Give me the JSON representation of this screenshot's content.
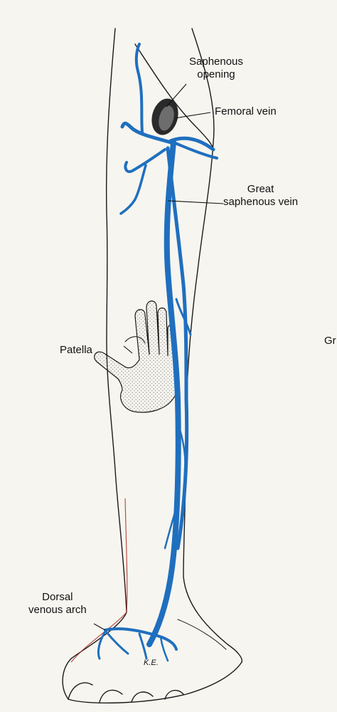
{
  "labels": {
    "saphenous_opening": [
      "Saphenous",
      "opening"
    ],
    "femoral_vein": "Femoral vein",
    "great_saphenous_vein": [
      "Great",
      "saphenous vein"
    ],
    "patella": "Patella",
    "dorsal_venous_arch": [
      "Dorsal",
      "venous arch"
    ],
    "clipped_edge_text": "Gr",
    "artist_signature": "K.E."
  },
  "colors": {
    "vein": "#1f6fbf",
    "outline": "#1a1a1a",
    "background": "#f7f5ef",
    "hand_stipple": "#9a9a9a",
    "skin_red_edge": "#b0302a"
  }
}
